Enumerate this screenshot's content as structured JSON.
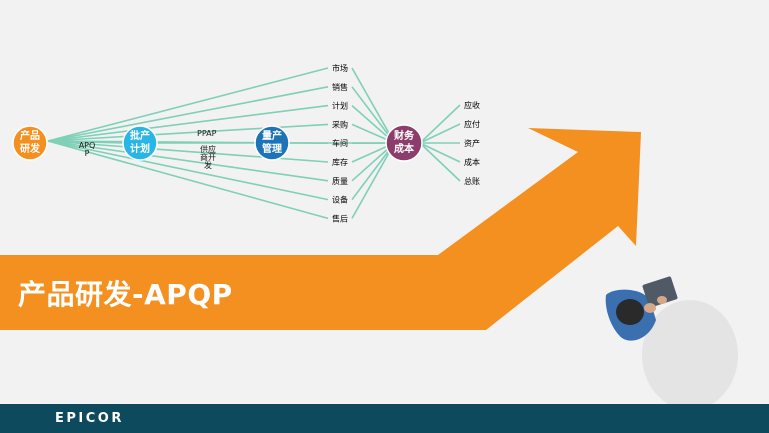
{
  "slide": {
    "title": "产品研发-APQP",
    "logo": "EPICOR",
    "colors": {
      "background": "#f2f2f2",
      "orange": "#f39020",
      "connector": "#7ed0b6",
      "footer": "#0d4a5d",
      "node_orange": "#f39020",
      "node_cyan": "#29b6e6",
      "node_blue": "#1c73b8",
      "node_purple": "#8c3d6b"
    }
  },
  "nodes": {
    "product_rd": [
      "产品",
      "研发"
    ],
    "mid_cyan": [
      "批产",
      "计划"
    ],
    "mass_production": [
      "量产",
      "管理"
    ],
    "finance_cost": [
      "财务",
      "成本"
    ]
  },
  "labels": {
    "apqp": [
      "APQ",
      "P"
    ],
    "ppap": "PPAP",
    "supplier_dev": [
      "供应",
      "商开",
      "发"
    ]
  },
  "departments": [
    "市场",
    "销售",
    "计划",
    "采购",
    "车间",
    "库存",
    "质量",
    "设备",
    "售后"
  ],
  "finance_items": [
    "应收",
    "应付",
    "资产",
    "成本",
    "总账"
  ],
  "person_icon": "person-with-tablet-icon"
}
